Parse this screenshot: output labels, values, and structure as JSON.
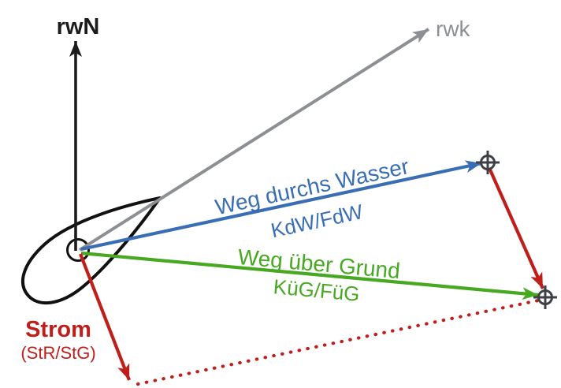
{
  "diagram": {
    "labels": {
      "north": "rwN",
      "course": "rwk",
      "water_track": "Weg durchs Wasser",
      "water_track_abbr": "KdW/FdW",
      "ground_track": "Weg über Grund",
      "ground_track_abbr": "KüG/FüG",
      "current": "Strom",
      "current_abbr": "(StR/StG)"
    },
    "colors": {
      "north": "#1b1b1b",
      "course": "#8c8f93",
      "water_track": "#3a6eb4",
      "ground_track": "#47a821",
      "current": "#bf1f1b",
      "fix_symbol": "#3d4045",
      "boat": "#111111"
    },
    "icons": {
      "position_fix": "crosshair-circle-icon",
      "vessel": "boat-hull-outline"
    },
    "line_styles": {
      "current_displaced_track": "dotted"
    }
  }
}
